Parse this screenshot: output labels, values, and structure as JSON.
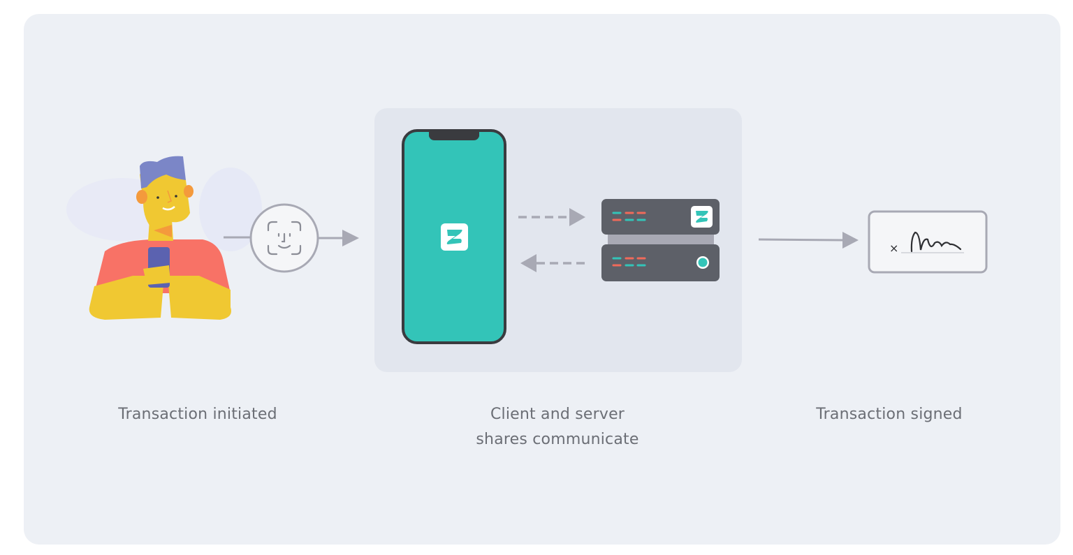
{
  "diagram": {
    "colors": {
      "background": "#edf0f5",
      "inner_panel": "#e2e6ee",
      "accent_teal": "#33c4b8",
      "server_gray": "#5d6068",
      "arrow_gray": "#a8a9b4",
      "led_red": "#f06a5a",
      "skin": "#f0c832",
      "shirt": "#f87266",
      "hair": "#7b86c7"
    },
    "steps": [
      {
        "caption": "Transaction initiated",
        "icon": "person-with-phone"
      },
      {
        "caption_line1": "Client and server",
        "caption_line2": "shares communicate",
        "icon": "phone-and-server"
      },
      {
        "caption": "Transaction signed",
        "icon": "signature-card"
      }
    ],
    "signature": {
      "mark": "×"
    },
    "face_id": {
      "icon": "face-id-icon"
    }
  }
}
